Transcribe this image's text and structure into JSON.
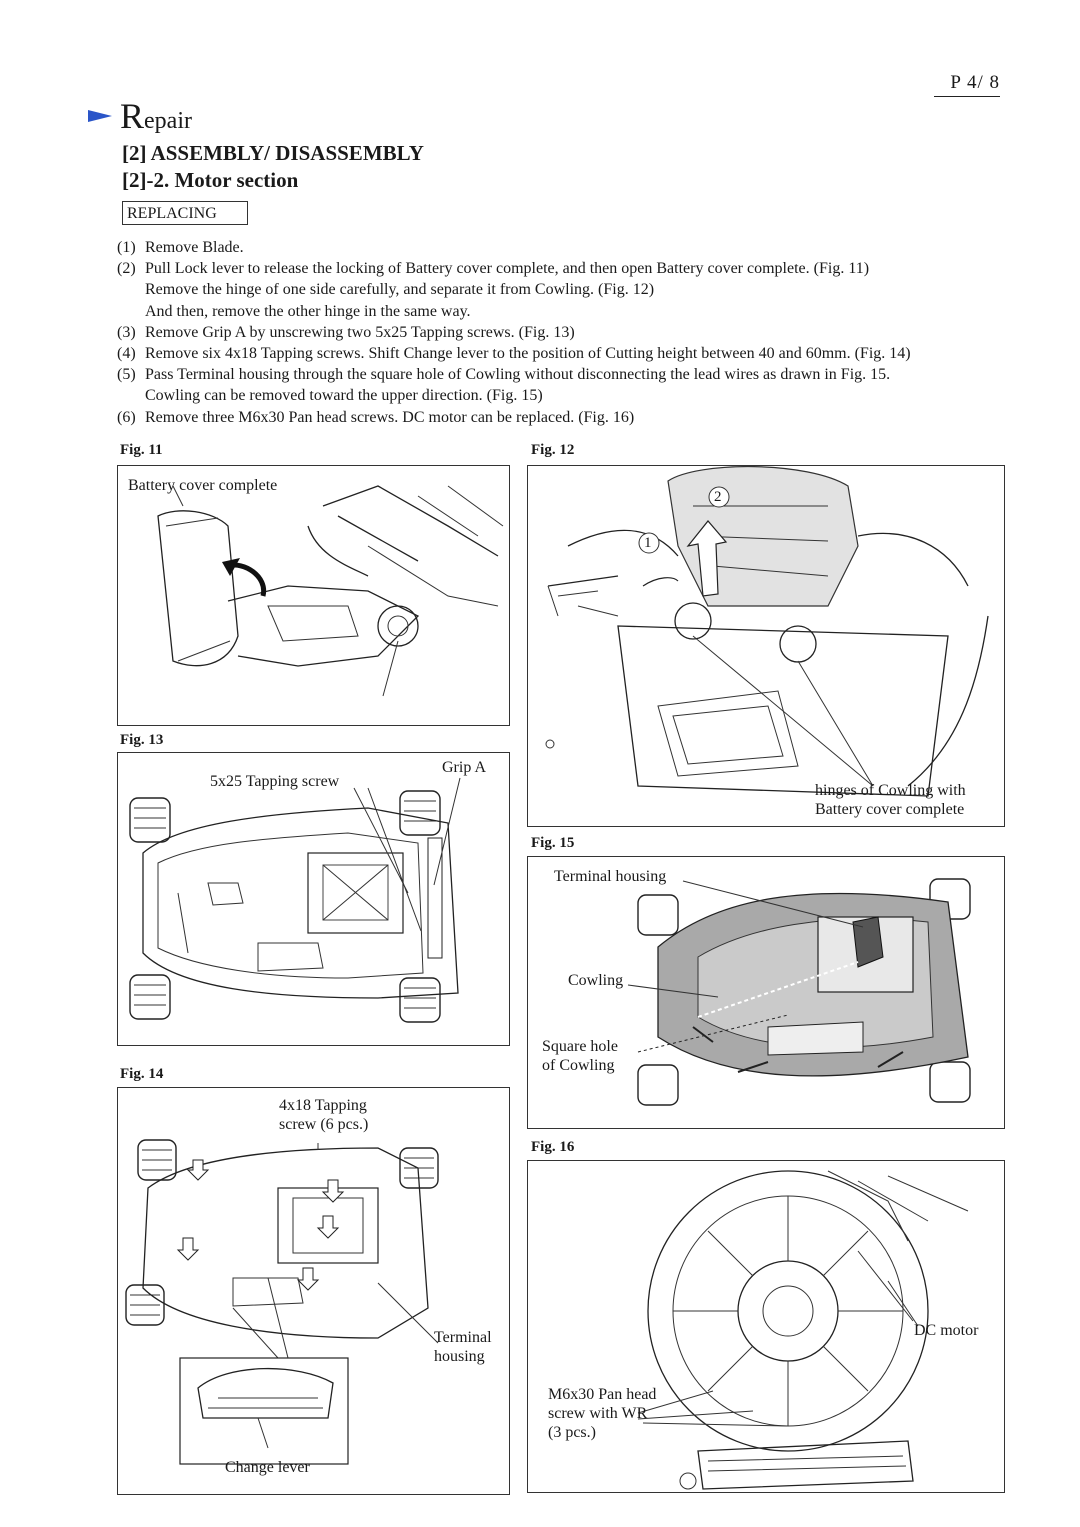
{
  "header": {
    "page_number": "P 4/ 8",
    "section": "Repair",
    "section_first_letter": "R",
    "section_rest": "epair",
    "heading": "[2] ASSEMBLY/ DISASSEMBLY",
    "subheading": "[2]-2. Motor section",
    "box_label": "REPLACING"
  },
  "steps": [
    {
      "num": "(1)",
      "lines": [
        "Remove Blade."
      ]
    },
    {
      "num": "(2)",
      "lines": [
        "Pull Lock lever to release the locking of Battery cover complete, and then open Battery cover complete. (Fig. 11)",
        "Remove the hinge of one side carefully, and separate it from Cowling. (Fig. 12)",
        "And then, remove the other hinge in the same way."
      ]
    },
    {
      "num": "(3)",
      "lines": [
        "Remove Grip A by unscrewing two 5x25 Tapping screws. (Fig. 13)"
      ]
    },
    {
      "num": "(4)",
      "lines": [
        "Remove six 4x18 Tapping screws. Shift Change lever to the position of Cutting height between 40 and 60mm. (Fig. 14)"
      ]
    },
    {
      "num": "(5)",
      "lines": [
        "Pass Terminal housing through the square hole of Cowling without disconnecting the lead wires as drawn in Fig. 15.",
        "Cowling can be removed toward the upper direction. (Fig. 15)"
      ]
    },
    {
      "num": "(6)",
      "lines": [
        "Remove three M6x30 Pan head screws. DC motor can be replaced. (Fig. 16)"
      ]
    }
  ],
  "figures": {
    "fig11": {
      "label": "Fig. 11",
      "captions": [
        "Battery cover complete"
      ]
    },
    "fig12": {
      "label": "Fig. 12",
      "captions": [
        "1",
        "2",
        "hinges of Cowling with",
        "Battery cover complete"
      ]
    },
    "fig13": {
      "label": "Fig. 13",
      "captions": [
        "5x25 Tapping screw",
        "Grip A"
      ]
    },
    "fig14": {
      "label": "Fig. 14",
      "captions": [
        "4x18 Tapping",
        "screw (6 pcs.)",
        "Terminal",
        "housing",
        "Change lever"
      ]
    },
    "fig15": {
      "label": "Fig. 15",
      "captions": [
        "Terminal housing",
        "Cowling",
        "Square hole",
        "of Cowling"
      ]
    },
    "fig16": {
      "label": "Fig. 16",
      "captions": [
        "DC motor",
        "M6x30 Pan head",
        "screw with WR",
        "(3 pcs.)"
      ]
    }
  },
  "colors": {
    "accent_arrow": "#2a55c8",
    "ink": "#1a1a1a"
  }
}
